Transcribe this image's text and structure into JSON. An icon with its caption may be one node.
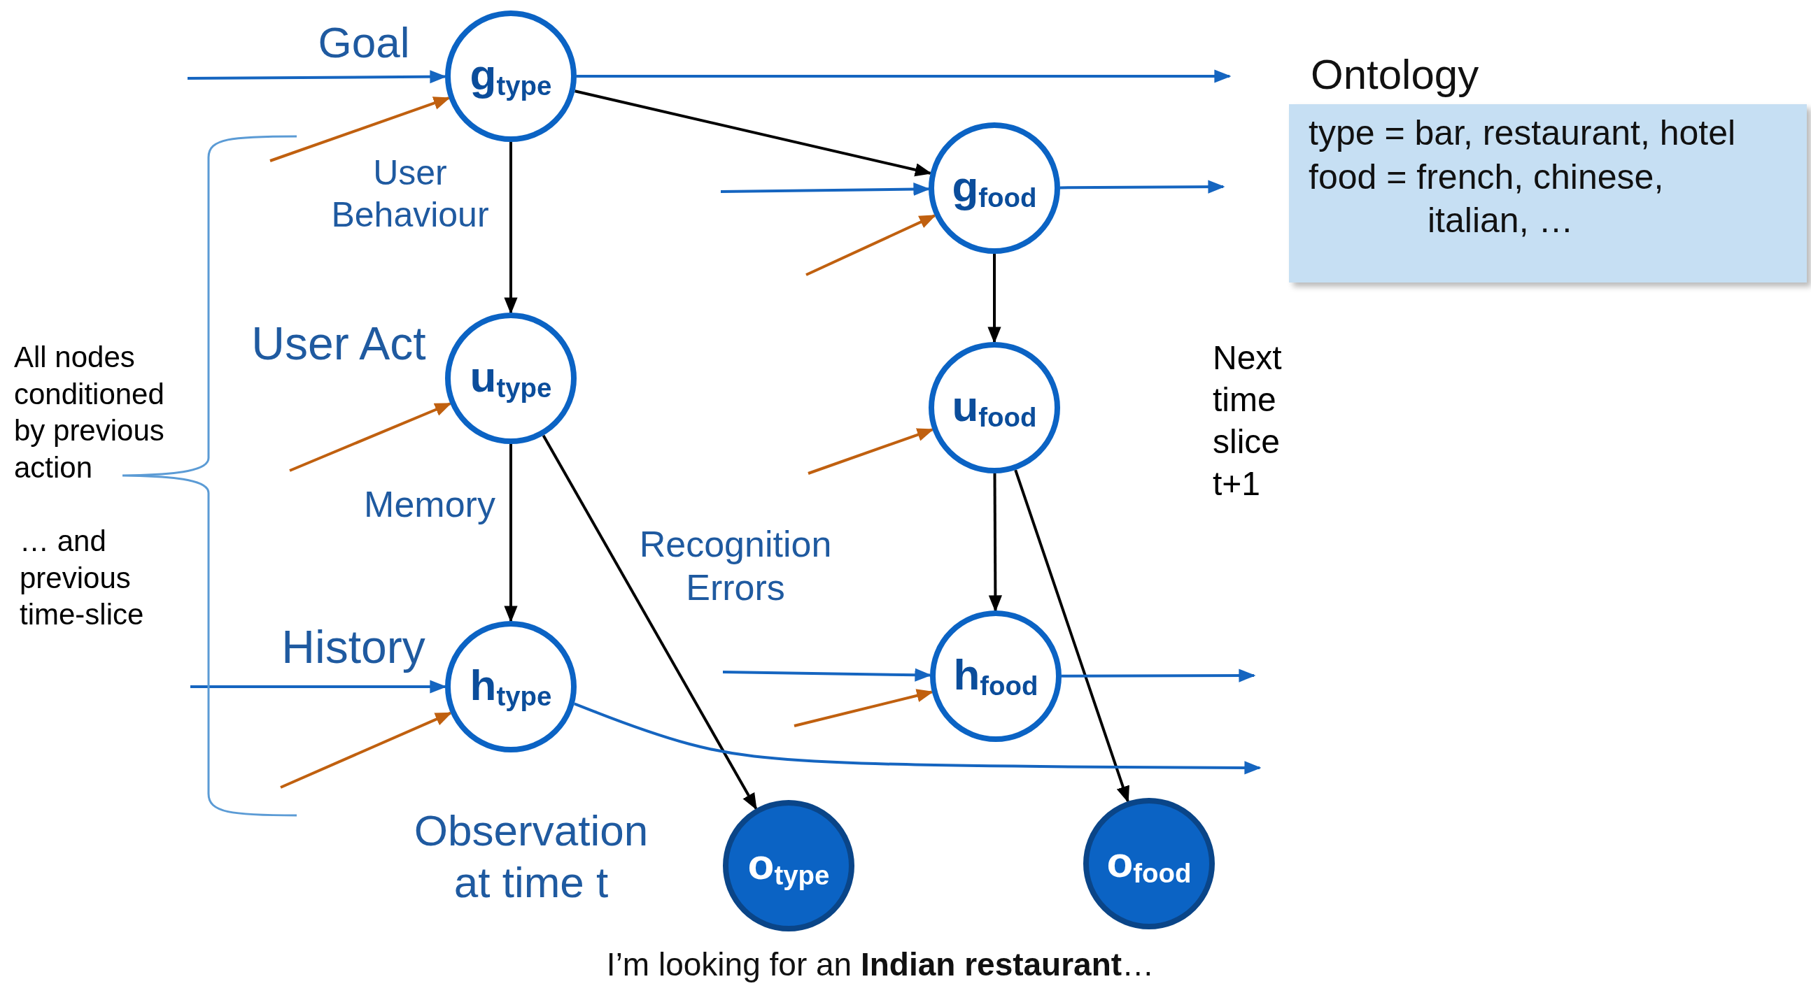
{
  "diagram": {
    "nodes": [
      {
        "text": [
          "g$_{type}$"
        ]
      },
      {
        "text": [
          "g$_{food}$"
        ]
      },
      {
        "text": [
          "u$_{type}$"
        ]
      },
      {
        "text": [
          "u$_{food}$"
        ]
      },
      {
        "text": [
          "h$_{type}$"
        ]
      },
      {
        "text": [
          "h$_{food}$"
        ]
      },
      {
        "text": [
          "o$_{type}$"
        ]
      },
      {
        "text": [
          "o$_{food}$"
        ]
      },
      {
        "text": [
          "Ontology",
          "type = bar, restaurant, hotel",
          "food = french, chinese, italian, …"
        ]
      }
    ],
    "edges": [
      {
        "from": 0,
        "to": 1,
        "arrow": "to",
        "color": "#000000"
      },
      {
        "from": 0,
        "to": 2,
        "arrow": "to",
        "color": "#000000"
      },
      {
        "from": 1,
        "to": 3,
        "arrow": "to",
        "color": "#000000"
      },
      {
        "from": 2,
        "to": 4,
        "arrow": "to",
        "color": "#000000"
      },
      {
        "from": 2,
        "to": 6,
        "arrow": "to",
        "color": "#000000"
      },
      {
        "from": 3,
        "to": 5,
        "arrow": "to",
        "color": "#000000"
      },
      {
        "from": 3,
        "to": 7,
        "arrow": "to",
        "color": "#000000"
      },
      {
        "from": null,
        "to": 0,
        "arrow": "to",
        "color": "#1565c0"
      },
      {
        "from": null,
        "to": 1,
        "arrow": "to",
        "color": "#1565c0"
      },
      {
        "from": null,
        "to": 4,
        "arrow": "to",
        "color": "#1565c0"
      },
      {
        "from": null,
        "to": 5,
        "arrow": "to",
        "color": "#1565c0"
      },
      {
        "from": 0,
        "to": null,
        "arrow": "to",
        "color": "#1565c0"
      },
      {
        "from": 1,
        "to": null,
        "arrow": "to",
        "color": "#1565c0"
      },
      {
        "from": 5,
        "to": null,
        "arrow": "to",
        "color": "#1565c0"
      },
      {
        "from": 4,
        "to": null,
        "arrow": "to",
        "color": "#1565c0"
      },
      {
        "from": null,
        "to": 0,
        "arrow": "to",
        "color": "#c0600f"
      },
      {
        "from": null,
        "to": 1,
        "arrow": "to",
        "color": "#c0600f"
      },
      {
        "from": null,
        "to": 2,
        "arrow": "to",
        "color": "#c0600f"
      },
      {
        "from": null,
        "to": 3,
        "arrow": "to",
        "color": "#c0600f"
      },
      {
        "from": null,
        "to": 4,
        "arrow": "to",
        "color": "#c0600f"
      },
      {
        "from": null,
        "to": 5,
        "arrow": "to",
        "color": "#c0600f"
      }
    ],
    "labels": [
      "Goal",
      "User Behaviour",
      "User Act",
      "Memory",
      "History",
      "Recognition Errors",
      "Observation at time t",
      "Next time slice t+1",
      "All nodes conditioned by previous action",
      "… and previous time-slice",
      "I’m looking for an **Indian restaurant**…"
    ]
  }
}
